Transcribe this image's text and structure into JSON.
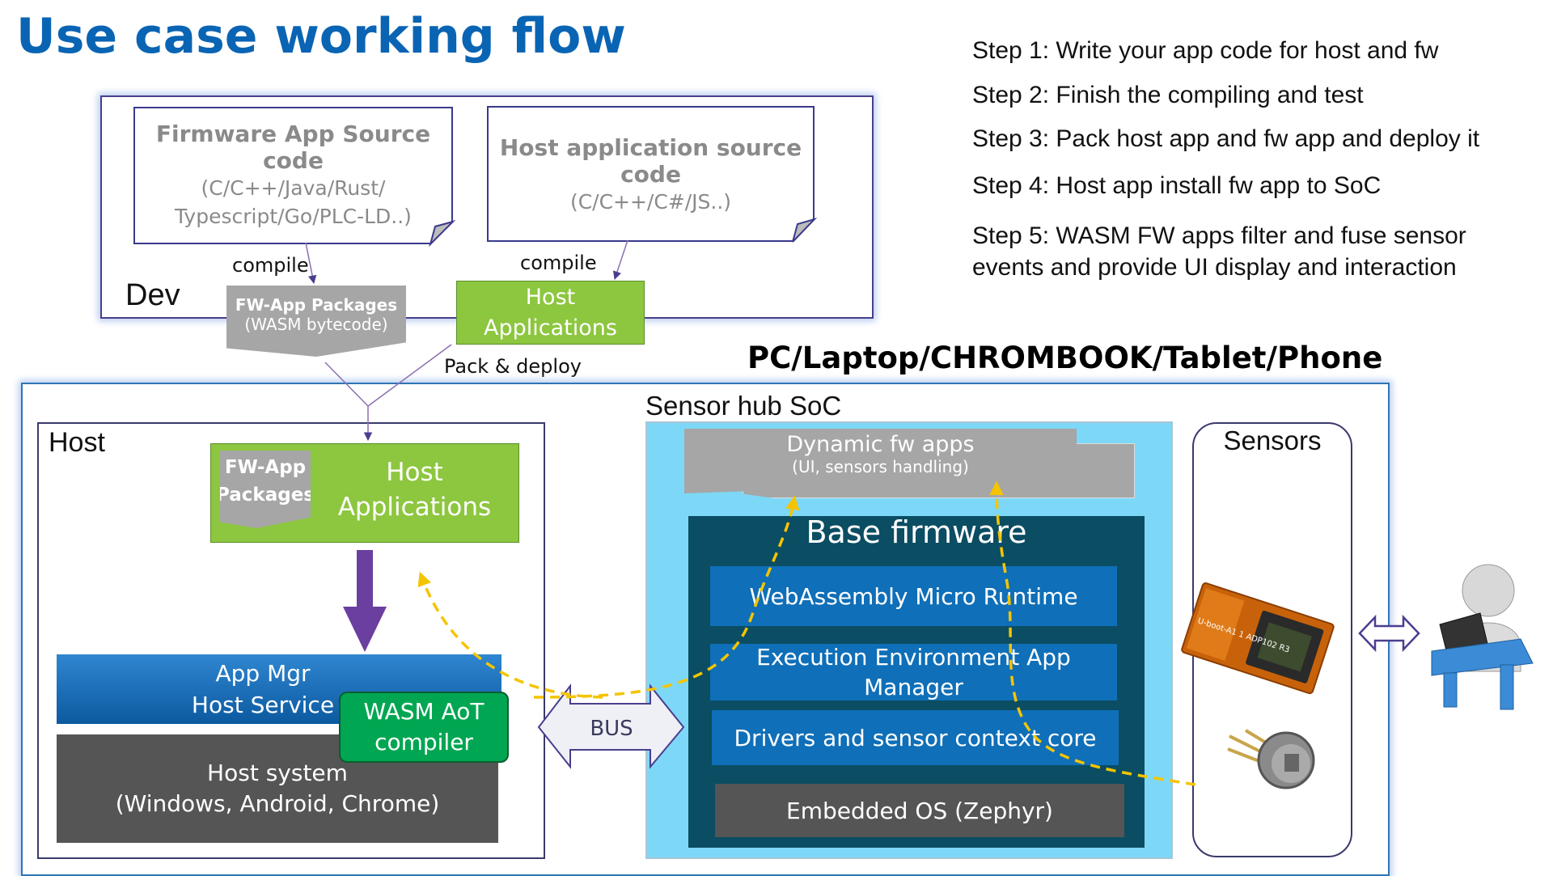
{
  "title": "Use case working flow",
  "steps": [
    "Step 1: Write your app code for host and fw",
    "Step 2: Finish the compiling and test",
    "Step 3: Pack host app and fw app and deploy it",
    "Step 4: Host app install fw app to SoC",
    "Step 5: WASM FW apps filter and fuse sensor",
    "events and provide UI display and interaction"
  ],
  "dev": {
    "label": "Dev",
    "fw_src": {
      "title": "Firmware App Source code",
      "line1": "(C/C++/Java/Rust/",
      "line2": "Typescript/Go/PLC-LD..)"
    },
    "host_src": {
      "title": "Host application source code",
      "line1": "(C/C++/C#/JS..)"
    },
    "compile_left": "compile",
    "compile_right": "compile",
    "fw_pkg": {
      "title": "FW-App Packages",
      "sub": "(WASM bytecode)"
    },
    "host_apps": {
      "line1": "Host",
      "line2": "Applications"
    }
  },
  "pack_deploy": "Pack & deploy",
  "platform_label": "PC/Laptop/CHROMBOOK/Tablet/Phone",
  "host": {
    "label": "Host",
    "fw_pkg": {
      "line1": "FW-App",
      "line2": "Packages"
    },
    "apps": {
      "line1": "Host",
      "line2": "Applications"
    },
    "app_mgr": {
      "line1": "App Mgr",
      "line2": "Host Service"
    },
    "wasm_aot": {
      "line1": "WASM AoT",
      "line2": "compiler"
    },
    "system": {
      "line1": "Host system",
      "line2": "(Windows, Android, Chrome)"
    }
  },
  "bus": "BUS",
  "soc": {
    "label": "Sensor hub SoC",
    "dyn_apps": {
      "title": "Dynamic fw apps",
      "sub": "(UI, sensors handling)"
    },
    "base_fw": "Base firmware",
    "runtime": "WebAssembly Micro Runtime",
    "exec_env": {
      "line1": "Execution Environment App",
      "line2": "Manager"
    },
    "drivers": "Drivers and sensor context core",
    "os": "Embedded OS (Zephyr)"
  },
  "sensors": {
    "label": "Sensors",
    "chip_text": "U-boot-A1 1 ADP102 R3"
  },
  "colors": {
    "title_blue": "#0a64b4",
    "green": "#8dc63f",
    "wasm_green": "#00a651",
    "soc_bg": "#7dd8f7",
    "base_fw": "#0b4d63",
    "runtime_blue": "#0f6fb8",
    "host_system": "#555555",
    "dashed_yellow": "#f5c400",
    "purple_arrow": "#6a3fa0"
  },
  "icons": [
    "double-arrow-icon",
    "user-at-laptop-icon",
    "camera-sensor-icon",
    "temperature-sensor-icon"
  ]
}
